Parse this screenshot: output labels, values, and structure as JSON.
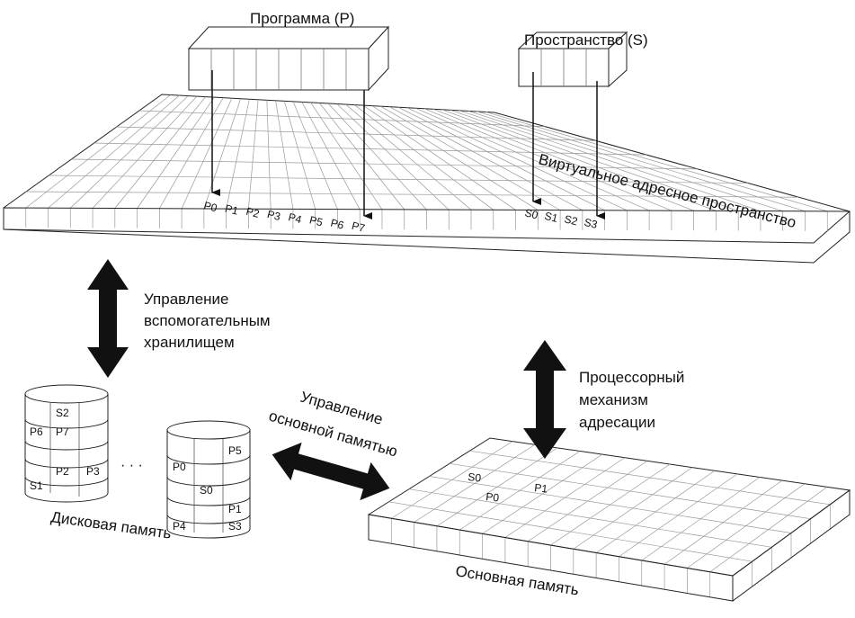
{
  "labels": {
    "program": "Программа (P)",
    "space": "Пространство (S)",
    "virtual_space": "Виртуальное адресное пространство",
    "aux_storage_mgmt": [
      "Управление",
      "вспомогательным",
      "хранилищем"
    ],
    "processor_mech": [
      "Процессорный",
      "механизм",
      "адресации"
    ],
    "main_memory_mgmt": [
      "Управление",
      "основной памятью"
    ],
    "disk_memory": "Дисковая память",
    "main_memory": "Основная память",
    "ellipsis": "· · ·"
  },
  "program_pages": [
    "P0",
    "P1",
    "P2",
    "P3",
    "P4",
    "P5",
    "P6",
    "P7"
  ],
  "space_segments": [
    "S0",
    "S1",
    "S2",
    "S3"
  ],
  "disk1": {
    "rows": [
      [
        "",
        "S2",
        ""
      ],
      [
        "P6",
        "P7",
        ""
      ],
      [
        "",
        "",
        ""
      ],
      [
        "",
        "P2",
        "P3"
      ],
      [
        "S1",
        "",
        ""
      ]
    ]
  },
  "disk2": {
    "rows": [
      [
        "",
        "",
        "P5"
      ],
      [
        "P0",
        "",
        ""
      ],
      [
        "",
        "S0",
        ""
      ],
      [
        "",
        "",
        "P1"
      ],
      [
        "P4",
        "",
        "S3"
      ]
    ]
  },
  "main_memory_cells": [
    "S0",
    "P0",
    "P1"
  ]
}
